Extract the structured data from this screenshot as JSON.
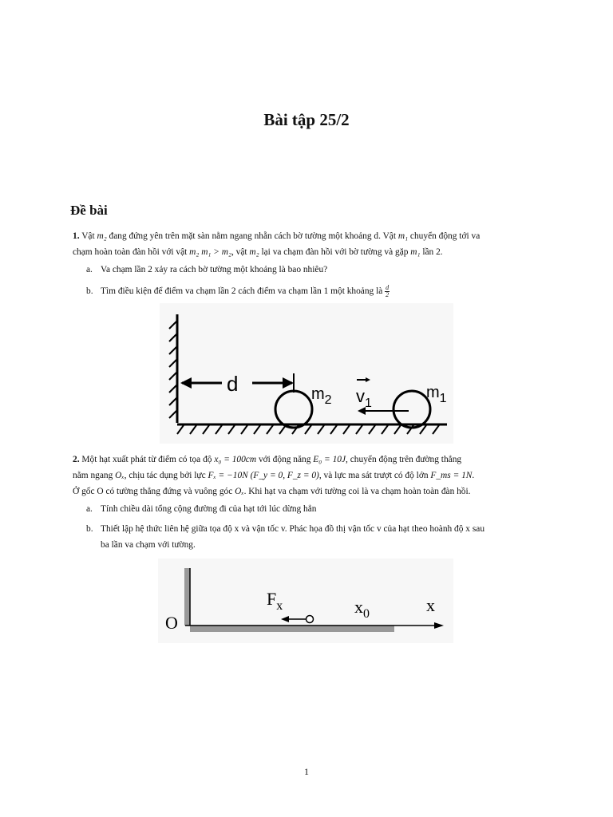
{
  "title": "Bài tập 25/2",
  "section": "Đề bài",
  "p1": {
    "num": "1.",
    "l1_a": "Vật ",
    "l1_m2": "m₂",
    "l1_b": " đang đứng yên trên mặt sàn nằm ngang nhẵn cách bờ tường một khoảng d. Vật ",
    "l1_m1": "m₁",
    "l1_c": " chuyển động tới va",
    "l2_a": "chạm hoàn toàn đàn hồi với vật ",
    "l2_m2": "m₂ m₁ > m₂",
    "l2_b": ", vật ",
    "l2_m2b": "m₂",
    "l2_c": " lại va chạm đàn hồi với bờ tường và gặp ",
    "l2_m1": "m₁",
    "l2_d": " lần 2."
  },
  "p1_items": [
    {
      "label": "a.",
      "text": "Va chạm lần 2 xảy ra cách bờ tường một khoảng là bao nhiêu?"
    },
    {
      "label": "b.",
      "text": "Tìm điều kiện để điểm va chạm lần 2 cách điểm va chạm lần 1 một khoảng là ",
      "frac_num": "d",
      "frac_den": "2"
    }
  ],
  "fig1": {
    "d_label": "d",
    "m2_label": "m",
    "m2_sub": "2",
    "v_label": "v",
    "v_sub": "1",
    "m1_label": "m",
    "m1_sub": "1"
  },
  "p2": {
    "num": "2.",
    "l1_a": " Một hạt xuất phát từ điểm có tọa độ ",
    "l1_x0": "x₀ = 100cm",
    "l1_b": " với động năng ",
    "l1_e0": "E₀ = 10J",
    "l1_c": ", chuyển động trên đường thẳng",
    "l2_a": "nằm ngang ",
    "l2_ox": "Oₓ",
    "l2_b": ", chịu tác dụng bởi lực ",
    "l2_fx": "Fₓ = −10N (F_y = 0, F_z = 0)",
    "l2_c": ", và lực ma sát trượt có độ lớn ",
    "l2_fms": "F_ms = 1N",
    "l2_d": ".",
    "l3_a": "Ở gốc O có tường thẳng đứng và vuông góc ",
    "l3_ox": "Oₓ",
    "l3_b": ". Khi hạt va chạm với tường coi là va chạm hoàn toàn đàn hồi."
  },
  "p2_items": [
    {
      "label": "a.",
      "text": "Tính chiều dài tổng cộng đường đi của hạt tới lúc dừng hẳn"
    },
    {
      "label": "b.",
      "text": "Thiết lập hệ thức liên hệ giữa tọa độ x và vận tốc v. Phác họa đồ thị vận tốc v của hạt theo hoành độ x sau",
      "text2": "ba lần va chạm với tường."
    }
  ],
  "fig2": {
    "o_label": "O",
    "fx_label": "F",
    "fx_sub": "x",
    "x0_label": "x",
    "x0_sub": "0",
    "x_label": "x"
  },
  "page_number": "1"
}
